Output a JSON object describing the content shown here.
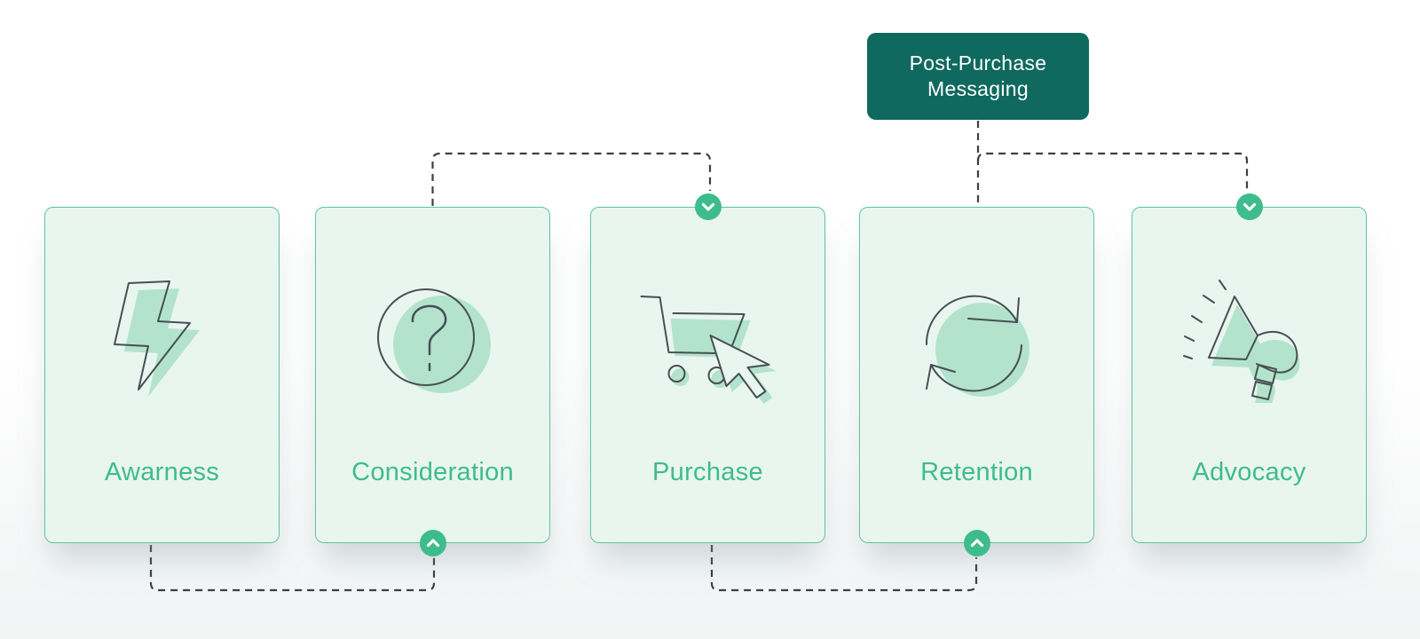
{
  "diagram": {
    "type": "customer-journey-funnel",
    "callout": {
      "text": "Post-Purchase Messaging",
      "lines": [
        "Post-Purchase",
        "Messaging"
      ]
    },
    "stages": [
      {
        "label": "Awarness",
        "icon": "lightning-bolt-icon",
        "connector_badge": "none"
      },
      {
        "label": "Consideration",
        "icon": "question-mark-circle-icon",
        "connector_badge": "chevron-up-bottom"
      },
      {
        "label": "Purchase",
        "icon": "shopping-cart-cursor-icon",
        "connector_badge": "chevron-down-top"
      },
      {
        "label": "Retention",
        "icon": "cycle-arrows-icon",
        "connector_badge": "chevron-up-bottom"
      },
      {
        "label": "Advocacy",
        "icon": "megaphone-icon",
        "connector_badge": "chevron-down-top"
      }
    ],
    "connectors": [
      {
        "from": "Consideration",
        "to": "Purchase",
        "style": "dashed",
        "route": "over-top"
      },
      {
        "from": "Post-Purchase Messaging",
        "to": "Retention",
        "style": "dashed",
        "route": "vertical"
      },
      {
        "from": "Post-Purchase Messaging",
        "to": "Advocacy",
        "style": "dashed",
        "route": "over-top"
      },
      {
        "from": "Awarness",
        "to": "Consideration",
        "style": "dashed",
        "route": "under-bottom"
      },
      {
        "from": "Purchase",
        "to": "Retention",
        "style": "dashed",
        "route": "under-bottom"
      }
    ],
    "colors": {
      "accent_green": "#3ebc8e",
      "card_background": "#e9f6f0",
      "card_border": "#5ec49c",
      "icon_mint": "#b3e3cd",
      "icon_ink": "#474f54",
      "connector_dash": "#3c4043",
      "callout_background": "#0f695e",
      "callout_text": "#ffffff"
    }
  }
}
